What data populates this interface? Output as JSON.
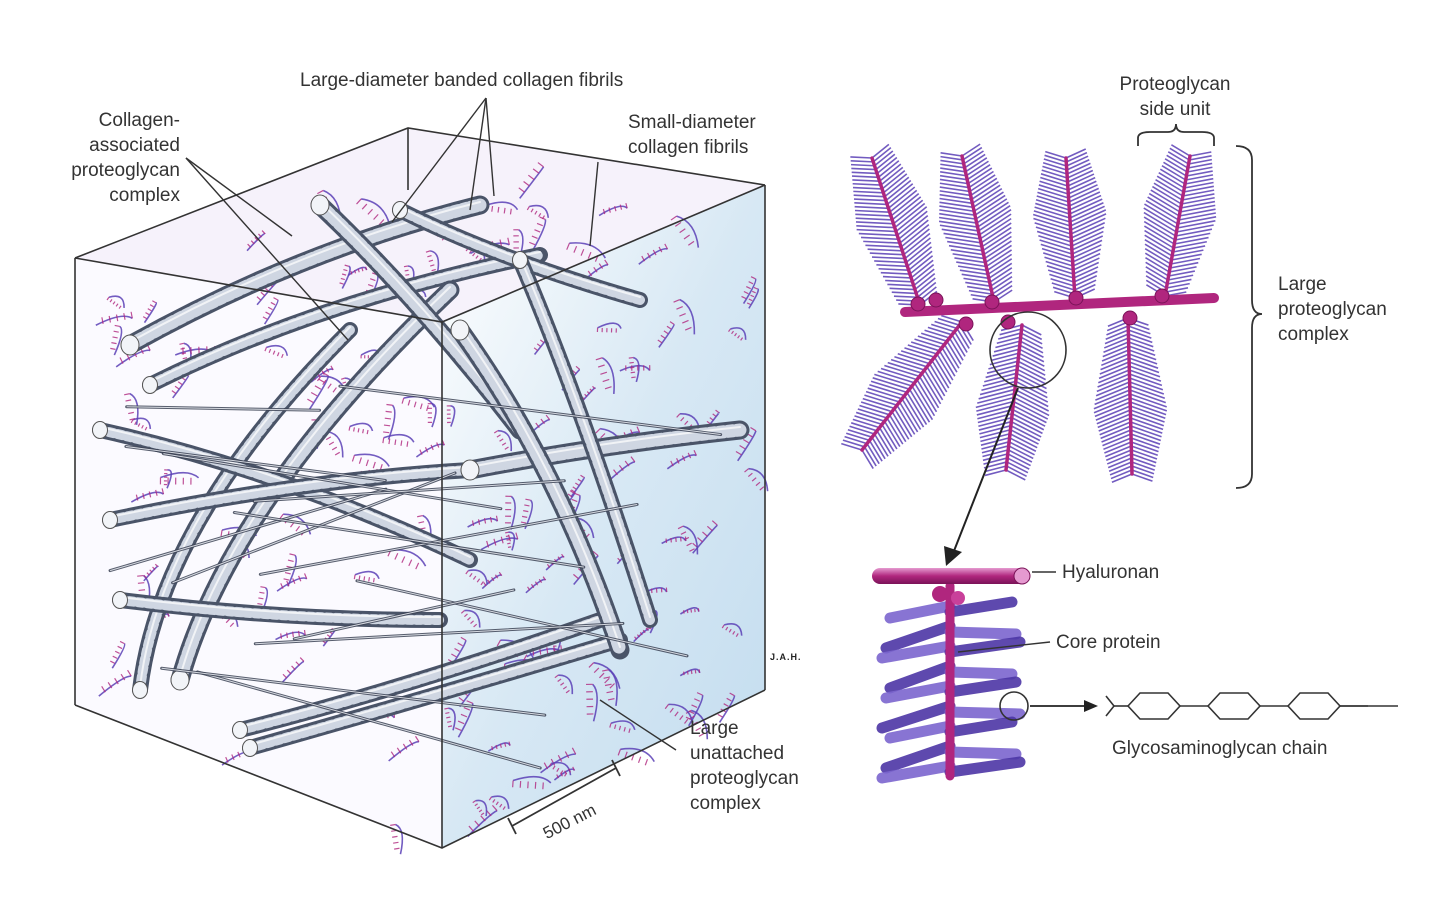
{
  "colors": {
    "fibril_dark": "#4a5468",
    "fibril_light": "#cfd6e2",
    "proteoglycan_purple": "#5a3fb6",
    "core_magenta": "#b0267e",
    "extracellular_blue": "#cfe3f2",
    "outline": "#333333"
  },
  "block_diagram": {
    "label_large_fibrils": "Large-diameter banded collagen fibrils",
    "label_collagen_associated": [
      "Collagen-",
      "associated",
      "proteoglycan",
      "complex"
    ],
    "label_small_fibrils": [
      "Small-diameter",
      "collagen fibrils"
    ],
    "label_unattached": [
      "Large",
      "unattached",
      "proteoglycan",
      "complex"
    ],
    "scale_bar_label": "500 nm",
    "artist_initials": "J.A.H."
  },
  "complex_diagram": {
    "label_side_unit": [
      "Proteoglycan",
      "side unit"
    ],
    "label_large_complex": [
      "Large",
      "proteoglycan",
      "complex"
    ],
    "label_hyaluronan": "Hyaluronan",
    "label_core_protein": "Core protein",
    "label_gag_chain": "Glycosaminoglycan chain"
  }
}
